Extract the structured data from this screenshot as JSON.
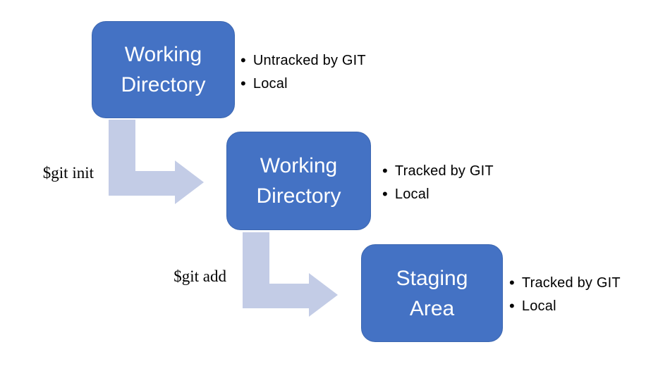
{
  "colors": {
    "node_fill": "#4472C4",
    "node_border": "#3C67B1",
    "node_text": "#ffffff",
    "arrow_fill": "#C3CCE6",
    "label_text": "#000000",
    "bg_color": "#ffffff"
  },
  "nodes": [
    {
      "title": "Working Directory",
      "bullets": [
        "Untracked by GIT",
        "Local"
      ]
    },
    {
      "title": "Working Directory",
      "bullets": [
        "Tracked by GIT",
        "Local"
      ]
    },
    {
      "title": "Staging Area",
      "bullets": [
        "Tracked by GIT",
        "Local"
      ]
    }
  ],
  "arrows": [
    {
      "label": "$git init",
      "from": "Working Directory (untracked)",
      "to": "Working Directory (tracked)"
    },
    {
      "label": "$git add",
      "from": "Working Directory (tracked)",
      "to": "Staging Area"
    }
  ]
}
